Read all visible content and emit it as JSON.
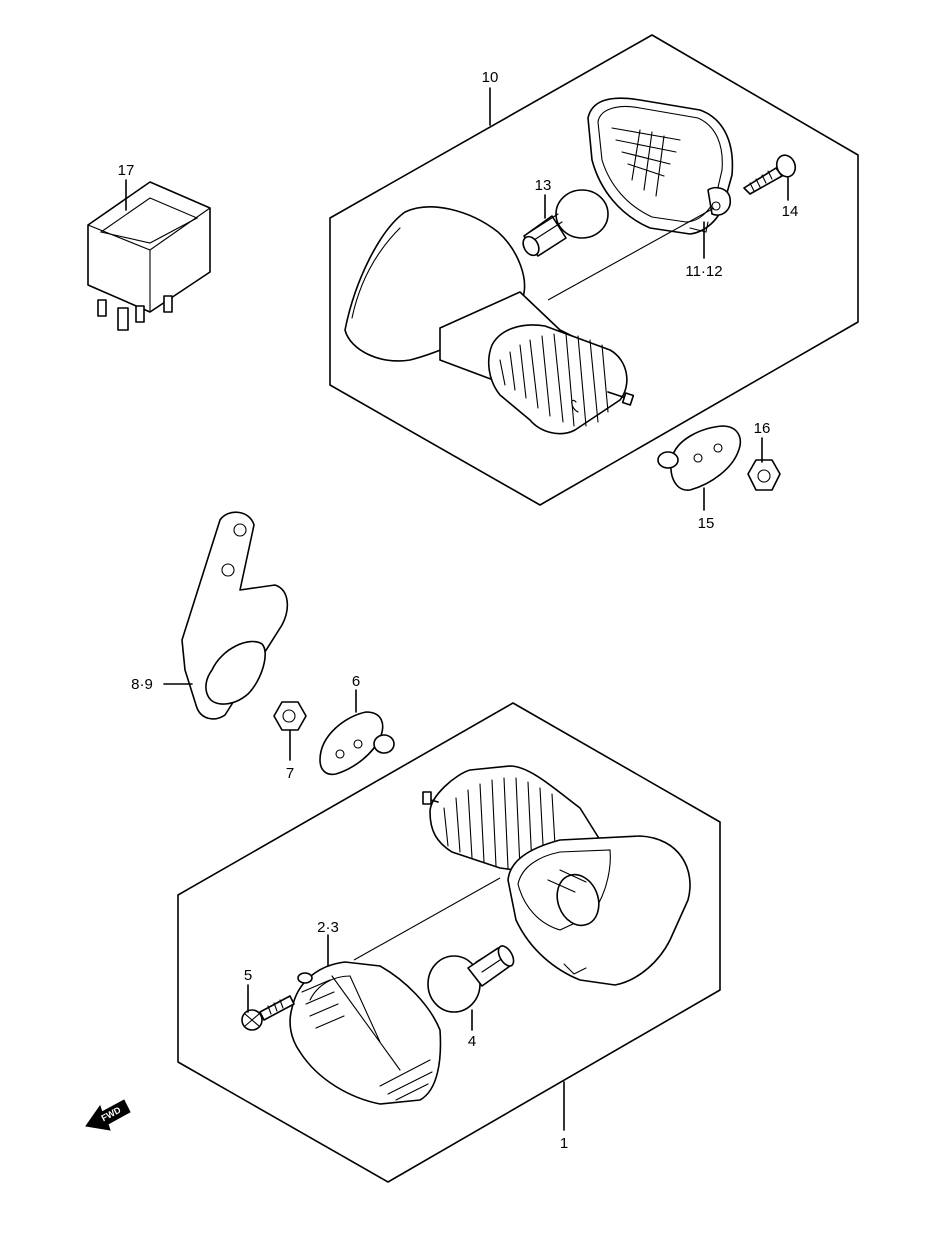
{
  "callouts": {
    "c1": "1",
    "c2_3": "2·3",
    "c4": "4",
    "c5": "5",
    "c6": "6",
    "c7": "7",
    "c8_9": "8·9",
    "c10": "10",
    "c11_12": "11·12",
    "c13": "13",
    "c14": "14",
    "c15": "15",
    "c16": "16",
    "c17": "17"
  },
  "direction_arrow": {
    "label": "FWD"
  }
}
